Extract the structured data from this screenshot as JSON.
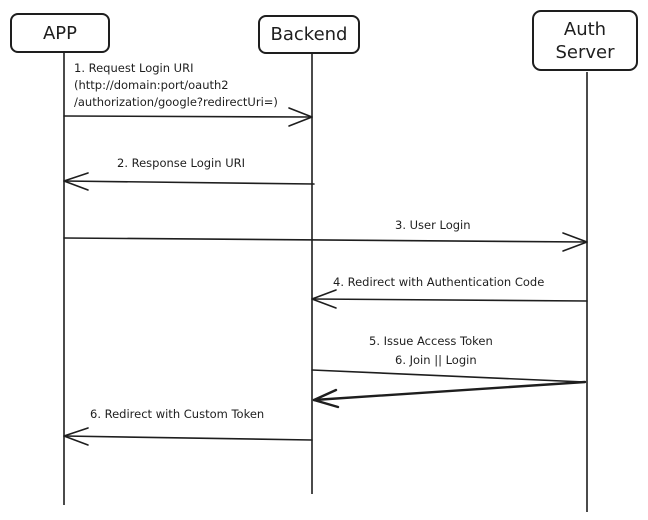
{
  "participants": [
    {
      "id": "app",
      "lines": [
        "APP"
      ]
    },
    {
      "id": "backend",
      "lines": [
        "Backend"
      ]
    },
    {
      "id": "auth",
      "lines": [
        "Auth",
        "Server"
      ]
    }
  ],
  "messages": [
    {
      "id": "m1",
      "lines": [
        "1. Request Login URI",
        "(http://domain:port/oauth2",
        "/authorization/google?redirectUri=)"
      ]
    },
    {
      "id": "m2",
      "lines": [
        "2. Response Login URI"
      ]
    },
    {
      "id": "m3",
      "lines": [
        "3. User Login"
      ]
    },
    {
      "id": "m4",
      "lines": [
        "4. Redirect with Authentication Code"
      ]
    },
    {
      "id": "m5",
      "lines": [
        "5. Issue Access Token",
        "6. Join || Login"
      ]
    },
    {
      "id": "m6",
      "lines": [
        "6. Redirect with Custom Token"
      ]
    }
  ],
  "colors": {
    "ink": "#1e1e1e",
    "background": "#ffffff"
  }
}
